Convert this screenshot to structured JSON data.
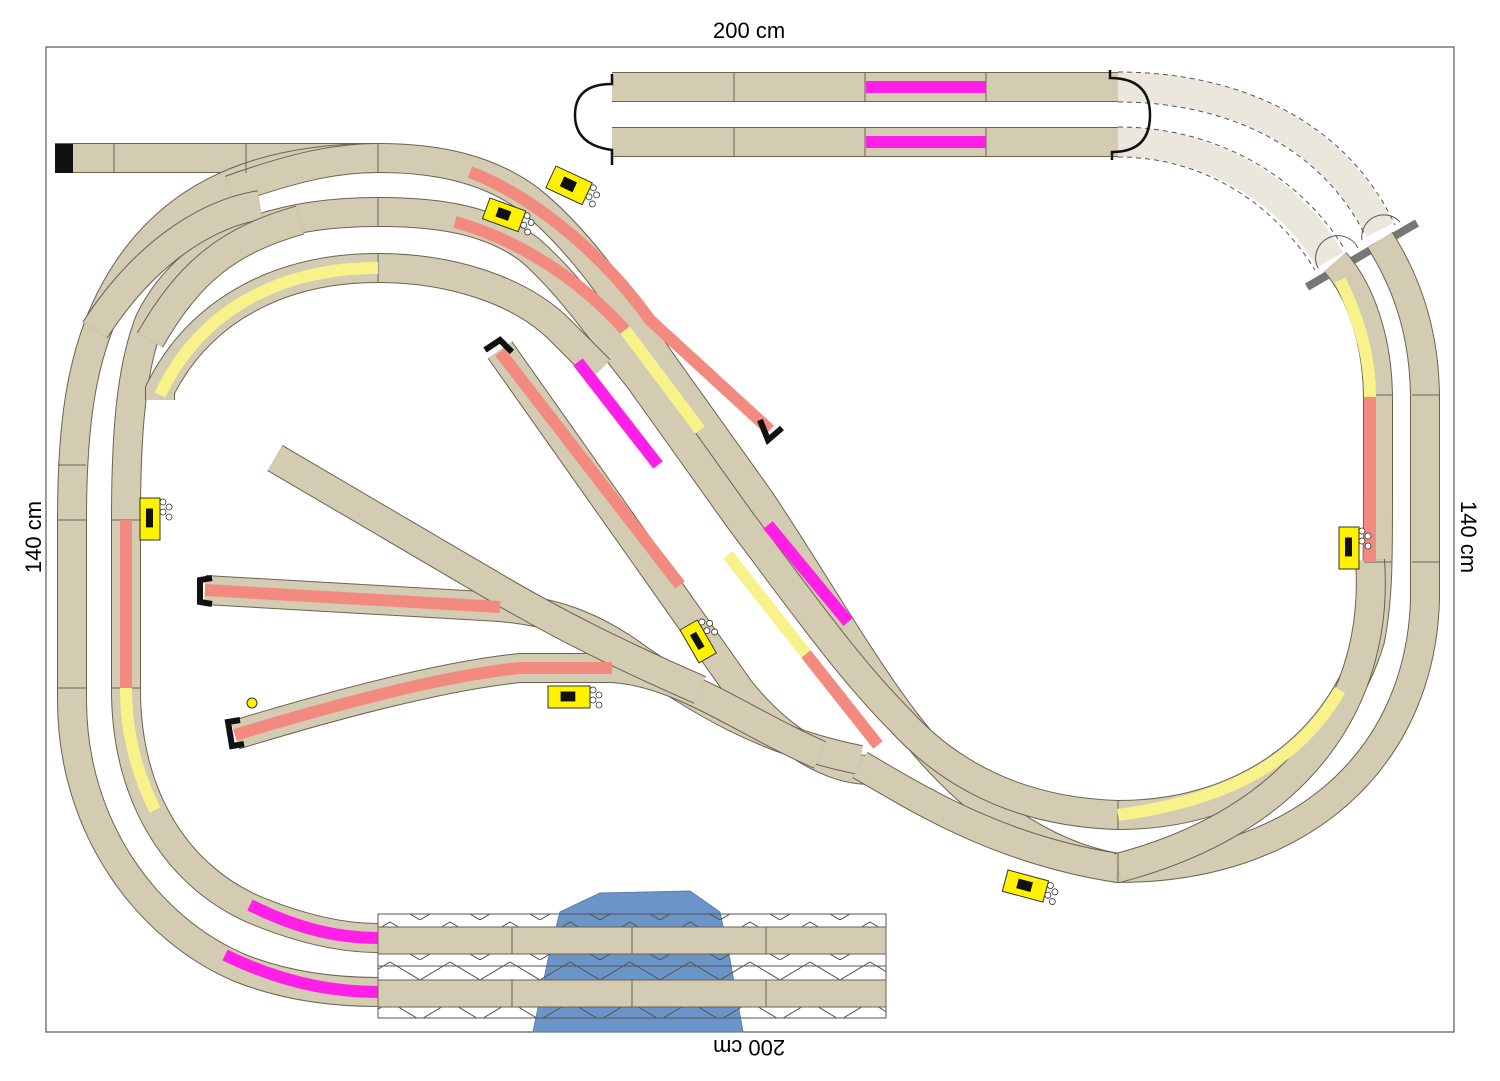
{
  "dimensions": {
    "top": "200 cm",
    "bottom": "200 cm",
    "left": "140 cm",
    "right": "140 cm"
  },
  "colors": {
    "board_border": "#555555",
    "track_bed": "#d4cbb3",
    "track_edge": "#6b6350",
    "hidden_track": "#ebe7dc",
    "occupied_red": "#f28a80",
    "station_magenta": "#ff1fe6",
    "signal_yellow": "#f7f28a",
    "water_blue": "#6b94c8",
    "bumper_black": "#111111",
    "accessory_yellow": "#fff200"
  },
  "legend_icons": [
    "buffer-stop-icon",
    "signal-icon",
    "turnout-motor-icon",
    "bridge-icon",
    "tunnel-portal-icon",
    "water-icon"
  ]
}
